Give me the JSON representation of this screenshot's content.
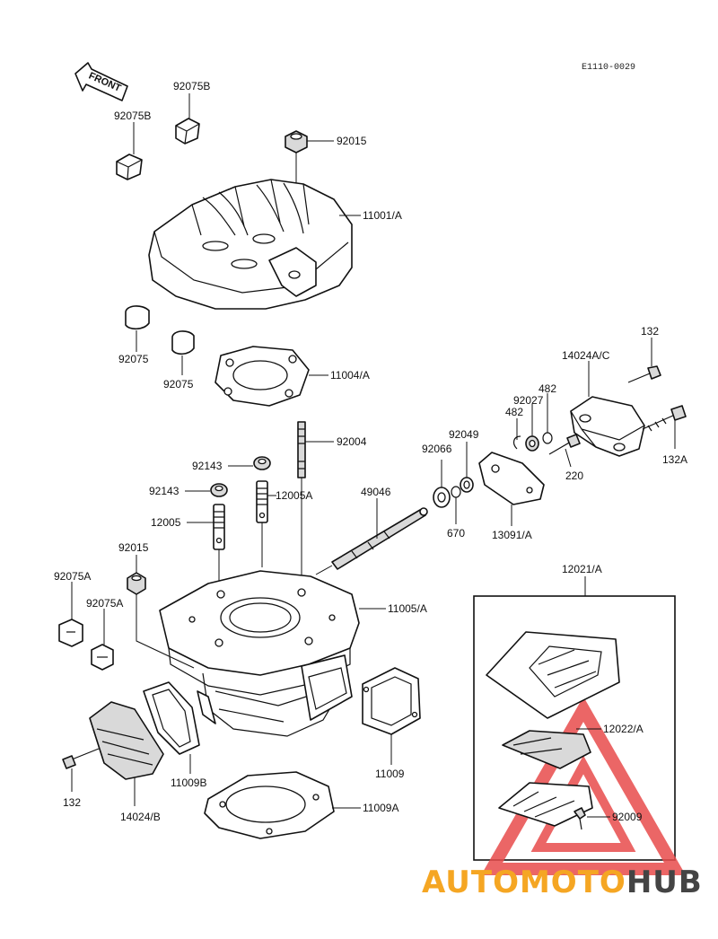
{
  "diagram_code": "E1110-0029",
  "front_label": "FRONT",
  "watermark": {
    "text_part1": "AUTOMOTO",
    "text_part2": "HUB",
    "color_part1": "#f5a623",
    "color_part2": "#444444",
    "triangle_color": "#e84c4c"
  },
  "parts": {
    "p92075B_top": "92075B",
    "p92075B_left": "92075B",
    "p92015_top": "92015",
    "p11001A": "11001/A",
    "p92075_a": "92075",
    "p92075_b": "92075",
    "p11004A": "11004/A",
    "p92004": "92004",
    "p92143_a": "92143",
    "p92143_b": "92143",
    "p12005A": "12005A",
    "p12005": "12005",
    "p49046": "49046",
    "p92015_mid": "92015",
    "p92075A_a": "92075A",
    "p92075A_b": "92075A",
    "p11005A": "11005/A",
    "p92066": "92066",
    "p92049": "92049",
    "p670": "670",
    "p482_a": "482",
    "p482_b": "482",
    "p92027": "92027",
    "p13091A": "13091/A",
    "p14024AC": "14024A/C",
    "p132_top": "132",
    "p132A": "132A",
    "p220": "220",
    "p12021A": "12021/A",
    "p12022A": "12022/A",
    "p92009": "92009",
    "p11009": "11009",
    "p11009B": "11009B",
    "p11009A": "11009A",
    "p14024B": "14024/B",
    "p132_bottom": "132"
  }
}
